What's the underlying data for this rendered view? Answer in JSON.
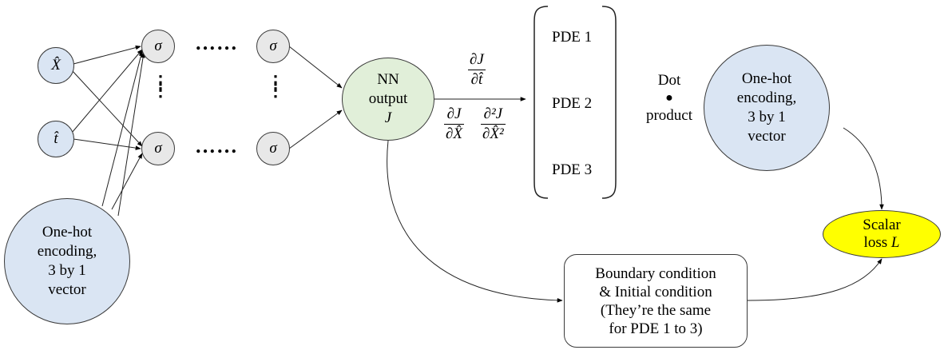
{
  "inputs": {
    "x_hat": "X̂",
    "t_hat": "t̂"
  },
  "hidden": {
    "sigma": "σ",
    "dots_h": "……",
    "dots_v": "⋮"
  },
  "onehot_left": "One-hot\nencoding,\n3 by 1\nvector",
  "nn_output": {
    "line1": "NN",
    "line2": "output",
    "symbol": "J"
  },
  "derivatives": {
    "dJdt": {
      "num": "∂J",
      "den": "∂t̂"
    },
    "dJdX": {
      "num": "∂J",
      "den": "∂X̂"
    },
    "d2JdX2": {
      "num": "∂²J",
      "den": "∂X̂²"
    }
  },
  "pde_vector": [
    "PDE 1",
    "PDE 2",
    "PDE 3"
  ],
  "dot_product": {
    "top": "Dot",
    "symbol": "●",
    "bottom": "product"
  },
  "onehot_right": "One-hot\nencoding,\n3 by 1\nvector",
  "scalar_loss": {
    "line1": "Scalar",
    "line2": "loss",
    "symbol": "L"
  },
  "boundary_box": "Boundary condition\n& Initial condition\n(They’re the same\nfor PDE 1 to 3)",
  "colors": {
    "input_fill": "#dae5f3",
    "hidden_fill": "#e8e8e8",
    "output_fill": "#e1efd9",
    "onehot_fill": "#dae5f3",
    "loss_fill": "#ffff00",
    "stroke": "#3a3a3a"
  }
}
